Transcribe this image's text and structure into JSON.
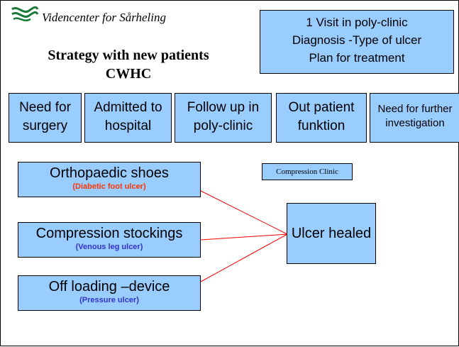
{
  "logo": {
    "text": "Videncenter for Sårheling",
    "icon": "wave-icon",
    "color": "#1a7a3a"
  },
  "title": {
    "line1": "Strategy with new patients",
    "line2": "CWHC"
  },
  "visit_box": {
    "line1": "1 Visit in poly-clinic",
    "line2": "Diagnosis -Type of ulcer",
    "line3": "Plan for treatment"
  },
  "categories": [
    {
      "line1": "Need for",
      "line2": "surgery"
    },
    {
      "line1": "Admitted to",
      "line2": "hospital"
    },
    {
      "line1": "Follow up in",
      "line2": "poly-clinic"
    },
    {
      "line1": "Out patient",
      "line2": "funktion"
    },
    {
      "line1": "Need for further",
      "line2": "investigation"
    }
  ],
  "compression_clinic": "Compression Clinic",
  "items": [
    {
      "main": "Orthopaedic shoes",
      "sub": "(Diabetic foot ulcer)",
      "sub_color": "#ff3300"
    },
    {
      "main": "Compression stockings",
      "sub": "(Venous leg ulcer)",
      "sub_color": "#3333cc"
    },
    {
      "main": "Off loading –device",
      "sub": "(Pressure ulcer)",
      "sub_color": "#3333cc"
    }
  ],
  "outcome": "Ulcer healed",
  "colors": {
    "box_fill": "#99ccff",
    "connector": "#ff0000"
  }
}
